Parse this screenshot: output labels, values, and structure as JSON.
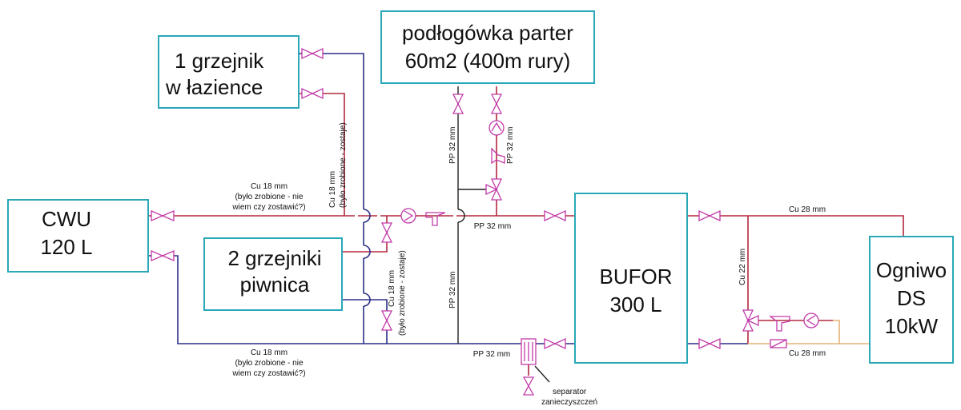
{
  "boxes": {
    "bathroom": [
      "1 grzejnik",
      "w łazience"
    ],
    "floor_heating": [
      "podłogówka parter",
      "60m2 (400m rury)"
    ],
    "cwu": [
      "CWU",
      "120 L"
    ],
    "basement": [
      "2 grzejniki",
      "piwnica"
    ],
    "bufor": [
      "BUFOR",
      "300 L"
    ],
    "ogniwo": [
      "Ogniwo",
      "DS",
      "10kW"
    ]
  },
  "pipe_labels": {
    "cu18_top": [
      "Cu 18 mm",
      "(było zrobione - nie",
      "wiem czy zostawić?)"
    ],
    "cu18_bottom": [
      "Cu 18 mm",
      "(było zrobione - nie",
      "wiem czy zostawić?)"
    ],
    "cu18_vertical_upper": [
      "Cu 18 mm",
      "(było zrobione - zostaje)"
    ],
    "cu18_vertical_lower": [
      "Cu 18 mm",
      "(było zrobione - zostaje)"
    ],
    "pp32_mid": "PP 32 mm",
    "pp32_bottom": "PP 32 mm",
    "pp32_vertical_left_top": "PP 32 mm",
    "pp32_vertical_left_bottom": "PP 32 mm",
    "pp32_vertical_right": "PP 32 mm",
    "cu28_top": "Cu 28 mm",
    "cu28_bottom": "Cu 28 mm",
    "cu22_vertical": "Cu 22 mm",
    "separator": [
      "separator",
      "zanieczyszczeń"
    ]
  },
  "colors": {
    "box_border": "#2aa8b8",
    "hot_pipe": "#b3283e",
    "cold_pipe": "#2a2f86",
    "fittings": "#c23aa8",
    "boiler_link": "#e2b277"
  },
  "icons": [
    "valve-icon",
    "pump-icon",
    "check-valve-icon",
    "separator-icon"
  ]
}
